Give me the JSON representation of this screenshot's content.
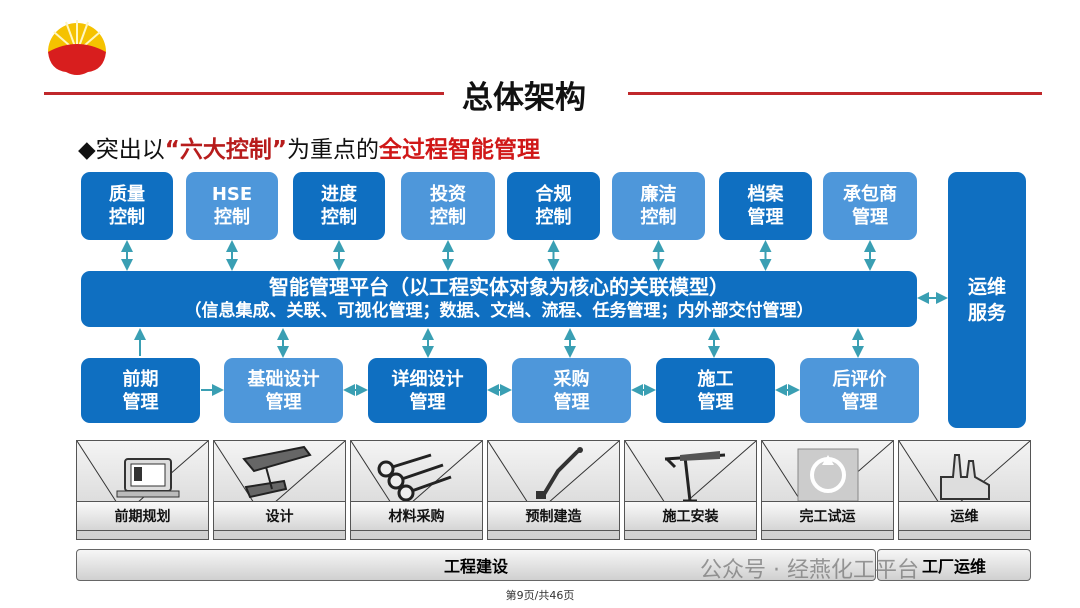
{
  "header": {
    "title": "总体架构",
    "subtitle_prefix": "◆突出以",
    "subtitle_quote": "“六大控制”",
    "subtitle_mid": "为重点的",
    "subtitle_highlight": "全过程智能管理"
  },
  "colors": {
    "dark_blue": "#0f6fc1",
    "light_blue": "#4e97da",
    "red": "#c0282b",
    "arrow": "#3a9fb3"
  },
  "controls": [
    {
      "label": "质量\n控制",
      "tone": "dark"
    },
    {
      "label": "HSE\n控制",
      "tone": "light"
    },
    {
      "label": "进度\n控制",
      "tone": "dark"
    },
    {
      "label": "投资\n控制",
      "tone": "light"
    },
    {
      "label": "合规\n控制",
      "tone": "dark"
    },
    {
      "label": "廉洁\n控制",
      "tone": "light"
    },
    {
      "label": "档案\n管理",
      "tone": "dark"
    },
    {
      "label": "承包商\n管理",
      "tone": "light"
    }
  ],
  "platform": {
    "title": "智能管理平台（以工程实体对象为核心的关联模型）",
    "detail": "（信息集成、关联、可视化管理；数据、文档、流程、任务管理；内外部交付管理）"
  },
  "operations_service": "运维\n服务",
  "phases": [
    {
      "label": "前期\n管理",
      "tone": "dark"
    },
    {
      "label": "基础设计\n管理",
      "tone": "light"
    },
    {
      "label": "详细设计\n管理",
      "tone": "dark"
    },
    {
      "label": "采购\n管理",
      "tone": "light"
    },
    {
      "label": "施工\n管理",
      "tone": "dark"
    },
    {
      "label": "后评价\n管理",
      "tone": "light"
    }
  ],
  "stages": [
    {
      "label": "前期规划",
      "icon": "laptop-icon"
    },
    {
      "label": "设计",
      "icon": "steel-beam-icon"
    },
    {
      "label": "材料采购",
      "icon": "pipes-icon"
    },
    {
      "label": "预制建造",
      "icon": "welding-torch-icon"
    },
    {
      "label": "施工安装",
      "icon": "crane-icon"
    },
    {
      "label": "完工试运",
      "icon": "startup-icon"
    },
    {
      "label": "运维",
      "icon": "factory-icon"
    }
  ],
  "bars": {
    "construction": "工程建设",
    "plant_ops": "工厂运维"
  },
  "watermark": "公众号 · 经燕化工平台",
  "page_number": "第9页/共46页"
}
